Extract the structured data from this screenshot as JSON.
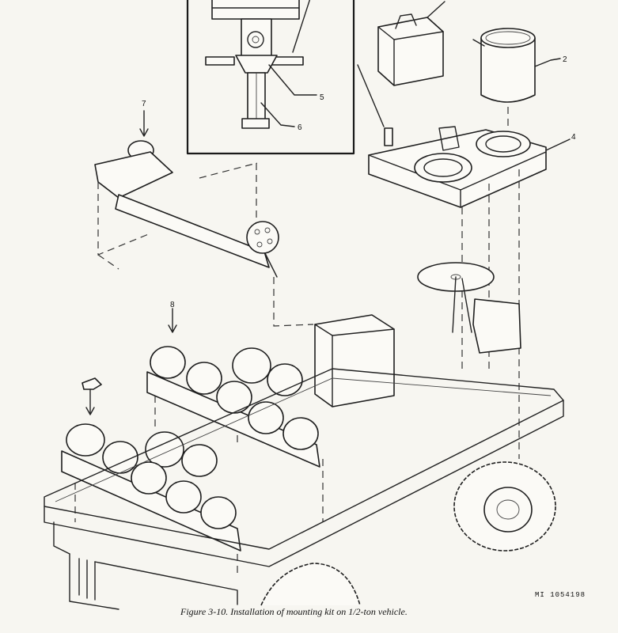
{
  "figure": {
    "caption": "Figure 3-10.  Installation of mounting kit on 1/2-ton vehicle.",
    "drawing_id": "MI  1054198"
  },
  "callouts": [
    {
      "label": "2"
    },
    {
      "label": "4"
    },
    {
      "label": "5"
    },
    {
      "label": "6"
    },
    {
      "label": "7"
    },
    {
      "label": "8"
    }
  ]
}
